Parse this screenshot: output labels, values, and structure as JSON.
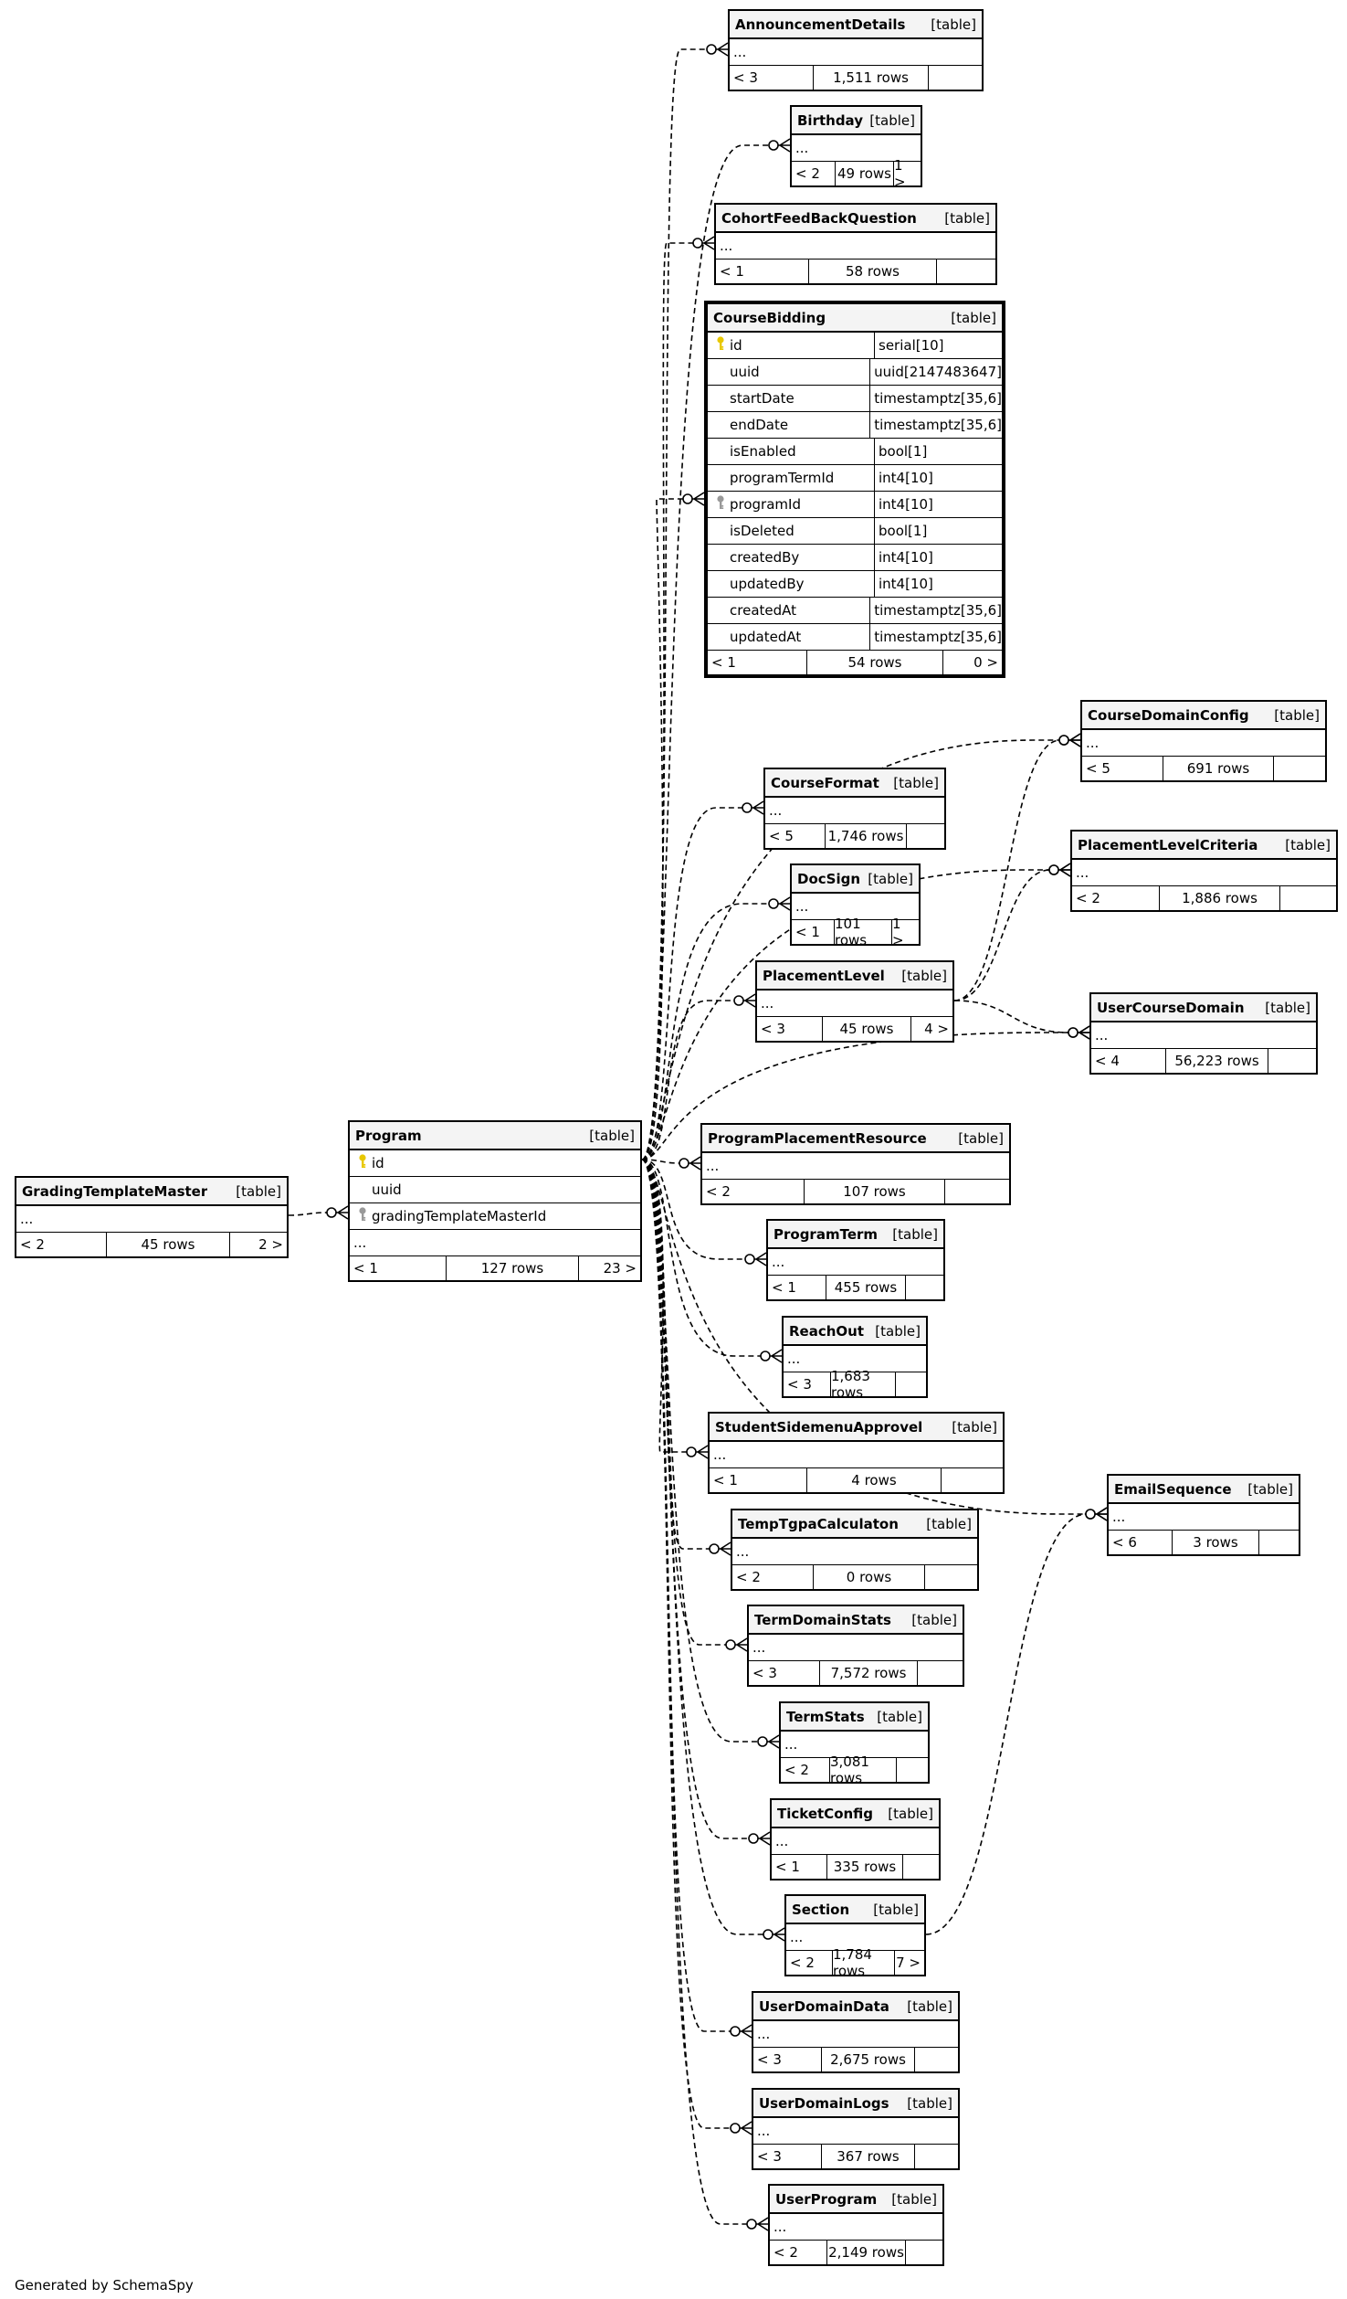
{
  "footer": {
    "generated_by": "Generated by SchemaSpy"
  },
  "colors": {
    "key_primary": "#e8c800",
    "key_foreign": "#999999",
    "line": "#000000",
    "header_bg": "#f4f4f4"
  },
  "tables": [
    {
      "id": "AnnouncementDetails",
      "name": "AnnouncementDetails",
      "type": "[table]",
      "rows": [
        {
          "text": "..."
        }
      ],
      "footer": {
        "left": "< 3",
        "center": "1,511 rows",
        "right": ""
      }
    },
    {
      "id": "Birthday",
      "name": "Birthday",
      "type": "[table]",
      "rows": [
        {
          "text": "..."
        }
      ],
      "footer": {
        "left": "< 2",
        "center": "49 rows",
        "right": "1 >"
      }
    },
    {
      "id": "CohortFeedBackQuestion",
      "name": "CohortFeedBackQuestion",
      "type": "[table]",
      "rows": [
        {
          "text": "..."
        }
      ],
      "footer": {
        "left": "< 1",
        "center": "58 rows",
        "right": ""
      }
    },
    {
      "id": "CourseBidding",
      "name": "CourseBidding",
      "type": "[table]",
      "focus": true,
      "columns": [
        {
          "name": "id",
          "datatype": "serial[10]",
          "key": "primary"
        },
        {
          "name": "uuid",
          "datatype": "uuid[2147483647]",
          "key": ""
        },
        {
          "name": "startDate",
          "datatype": "timestamptz[35,6]",
          "key": ""
        },
        {
          "name": "endDate",
          "datatype": "timestamptz[35,6]",
          "key": ""
        },
        {
          "name": "isEnabled",
          "datatype": "bool[1]",
          "key": ""
        },
        {
          "name": "programTermId",
          "datatype": "int4[10]",
          "key": ""
        },
        {
          "name": "programId",
          "datatype": "int4[10]",
          "key": "foreign"
        },
        {
          "name": "isDeleted",
          "datatype": "bool[1]",
          "key": ""
        },
        {
          "name": "createdBy",
          "datatype": "int4[10]",
          "key": ""
        },
        {
          "name": "updatedBy",
          "datatype": "int4[10]",
          "key": ""
        },
        {
          "name": "createdAt",
          "datatype": "timestamptz[35,6]",
          "key": ""
        },
        {
          "name": "updatedAt",
          "datatype": "timestamptz[35,6]",
          "key": ""
        }
      ],
      "footer": {
        "left": "< 1",
        "center": "54 rows",
        "right": "0 >"
      }
    },
    {
      "id": "CourseDomainConfig",
      "name": "CourseDomainConfig",
      "type": "[table]",
      "rows": [
        {
          "text": "..."
        }
      ],
      "footer": {
        "left": "< 5",
        "center": "691 rows",
        "right": ""
      }
    },
    {
      "id": "CourseFormat",
      "name": "CourseFormat",
      "type": "[table]",
      "rows": [
        {
          "text": "..."
        }
      ],
      "footer": {
        "left": "< 5",
        "center": "1,746 rows",
        "right": ""
      }
    },
    {
      "id": "PlacementLevelCriteria",
      "name": "PlacementLevelCriteria",
      "type": "[table]",
      "rows": [
        {
          "text": "..."
        }
      ],
      "footer": {
        "left": "< 2",
        "center": "1,886 rows",
        "right": ""
      }
    },
    {
      "id": "DocSign",
      "name": "DocSign",
      "type": "[table]",
      "rows": [
        {
          "text": "..."
        }
      ],
      "footer": {
        "left": "< 1",
        "center": "101 rows",
        "right": "1 >"
      }
    },
    {
      "id": "PlacementLevel",
      "name": "PlacementLevel",
      "type": "[table]",
      "rows": [
        {
          "text": "..."
        }
      ],
      "footer": {
        "left": "< 3",
        "center": "45 rows",
        "right": "4 >"
      }
    },
    {
      "id": "UserCourseDomain",
      "name": "UserCourseDomain",
      "type": "[table]",
      "rows": [
        {
          "text": "..."
        }
      ],
      "footer": {
        "left": "< 4",
        "center": "56,223 rows",
        "right": ""
      }
    },
    {
      "id": "Program",
      "name": "Program",
      "type": "[table]",
      "columns": [
        {
          "name": "id",
          "datatype": "",
          "key": "primary"
        },
        {
          "name": "uuid",
          "datatype": "",
          "key": ""
        },
        {
          "name": "gradingTemplateMasterId",
          "datatype": "",
          "key": "foreign"
        }
      ],
      "rows": [
        {
          "text": "..."
        }
      ],
      "footer": {
        "left": "< 1",
        "center": "127 rows",
        "right": "23 >"
      }
    },
    {
      "id": "ProgramPlacementResource",
      "name": "ProgramPlacementResource",
      "type": "[table]",
      "rows": [
        {
          "text": "..."
        }
      ],
      "footer": {
        "left": "< 2",
        "center": "107 rows",
        "right": ""
      }
    },
    {
      "id": "GradingTemplateMaster",
      "name": "GradingTemplateMaster",
      "type": "[table]",
      "rows": [
        {
          "text": "..."
        }
      ],
      "footer": {
        "left": "< 2",
        "center": "45 rows",
        "right": "2 >"
      }
    },
    {
      "id": "ProgramTerm",
      "name": "ProgramTerm",
      "type": "[table]",
      "rows": [
        {
          "text": "..."
        }
      ],
      "footer": {
        "left": "< 1",
        "center": "455 rows",
        "right": ""
      }
    },
    {
      "id": "ReachOut",
      "name": "ReachOut",
      "type": "[table]",
      "rows": [
        {
          "text": "..."
        }
      ],
      "footer": {
        "left": "< 3",
        "center": "1,683 rows",
        "right": ""
      }
    },
    {
      "id": "StudentSidemenuApprovel",
      "name": "StudentSidemenuApprovel",
      "type": "[table]",
      "rows": [
        {
          "text": "..."
        }
      ],
      "footer": {
        "left": "< 1",
        "center": "4 rows",
        "right": ""
      }
    },
    {
      "id": "EmailSequence",
      "name": "EmailSequence",
      "type": "[table]",
      "rows": [
        {
          "text": "..."
        }
      ],
      "footer": {
        "left": "< 6",
        "center": "3 rows",
        "right": ""
      }
    },
    {
      "id": "TempTgpaCalculaton",
      "name": "TempTgpaCalculaton",
      "type": "[table]",
      "rows": [
        {
          "text": "..."
        }
      ],
      "footer": {
        "left": "< 2",
        "center": "0 rows",
        "right": ""
      }
    },
    {
      "id": "TermDomainStats",
      "name": "TermDomainStats",
      "type": "[table]",
      "rows": [
        {
          "text": "..."
        }
      ],
      "footer": {
        "left": "< 3",
        "center": "7,572 rows",
        "right": ""
      }
    },
    {
      "id": "TermStats",
      "name": "TermStats",
      "type": "[table]",
      "rows": [
        {
          "text": "..."
        }
      ],
      "footer": {
        "left": "< 2",
        "center": "3,081 rows",
        "right": ""
      }
    },
    {
      "id": "TicketConfig",
      "name": "TicketConfig",
      "type": "[table]",
      "rows": [
        {
          "text": "..."
        }
      ],
      "footer": {
        "left": "< 1",
        "center": "335 rows",
        "right": ""
      }
    },
    {
      "id": "Section",
      "name": "Section",
      "type": "[table]",
      "rows": [
        {
          "text": "..."
        }
      ],
      "footer": {
        "left": "< 2",
        "center": "1,784 rows",
        "right": "7 >"
      }
    },
    {
      "id": "UserDomainData",
      "name": "UserDomainData",
      "type": "[table]",
      "rows": [
        {
          "text": "..."
        }
      ],
      "footer": {
        "left": "< 3",
        "center": "2,675 rows",
        "right": ""
      }
    },
    {
      "id": "UserDomainLogs",
      "name": "UserDomainLogs",
      "type": "[table]",
      "rows": [
        {
          "text": "..."
        }
      ],
      "footer": {
        "left": "< 3",
        "center": "367 rows",
        "right": ""
      }
    },
    {
      "id": "UserProgram",
      "name": "UserProgram",
      "type": "[table]",
      "rows": [
        {
          "text": "..."
        }
      ],
      "footer": {
        "left": "< 2",
        "center": "2,149 rows",
        "right": ""
      }
    }
  ],
  "relationships": [
    {
      "from": "Program",
      "to": "AnnouncementDetails"
    },
    {
      "from": "Program",
      "to": "Birthday"
    },
    {
      "from": "Program",
      "to": "CohortFeedBackQuestion"
    },
    {
      "from": "Program",
      "to": "CourseBidding"
    },
    {
      "from": "Program",
      "to": "CourseDomainConfig"
    },
    {
      "from": "Program",
      "to": "CourseFormat"
    },
    {
      "from": "Program",
      "to": "DocSign"
    },
    {
      "from": "Program",
      "to": "PlacementLevel"
    },
    {
      "from": "Program",
      "to": "PlacementLevelCriteria"
    },
    {
      "from": "Program",
      "to": "UserCourseDomain"
    },
    {
      "from": "Program",
      "to": "ProgramPlacementResource"
    },
    {
      "from": "Program",
      "to": "ProgramTerm"
    },
    {
      "from": "Program",
      "to": "ReachOut"
    },
    {
      "from": "Program",
      "to": "StudentSidemenuApprovel"
    },
    {
      "from": "Program",
      "to": "EmailSequence"
    },
    {
      "from": "Program",
      "to": "TempTgpaCalculaton"
    },
    {
      "from": "Program",
      "to": "TermDomainStats"
    },
    {
      "from": "Program",
      "to": "TermStats"
    },
    {
      "from": "Program",
      "to": "TicketConfig"
    },
    {
      "from": "Program",
      "to": "Section"
    },
    {
      "from": "Program",
      "to": "UserDomainData"
    },
    {
      "from": "Program",
      "to": "UserDomainLogs"
    },
    {
      "from": "Program",
      "to": "UserProgram"
    },
    {
      "from": "GradingTemplateMaster",
      "to": "Program"
    },
    {
      "from": "PlacementLevel",
      "to": "CourseDomainConfig"
    },
    {
      "from": "PlacementLevel",
      "to": "PlacementLevelCriteria"
    },
    {
      "from": "PlacementLevel",
      "to": "UserCourseDomain"
    },
    {
      "from": "Section",
      "to": "EmailSequence"
    }
  ]
}
